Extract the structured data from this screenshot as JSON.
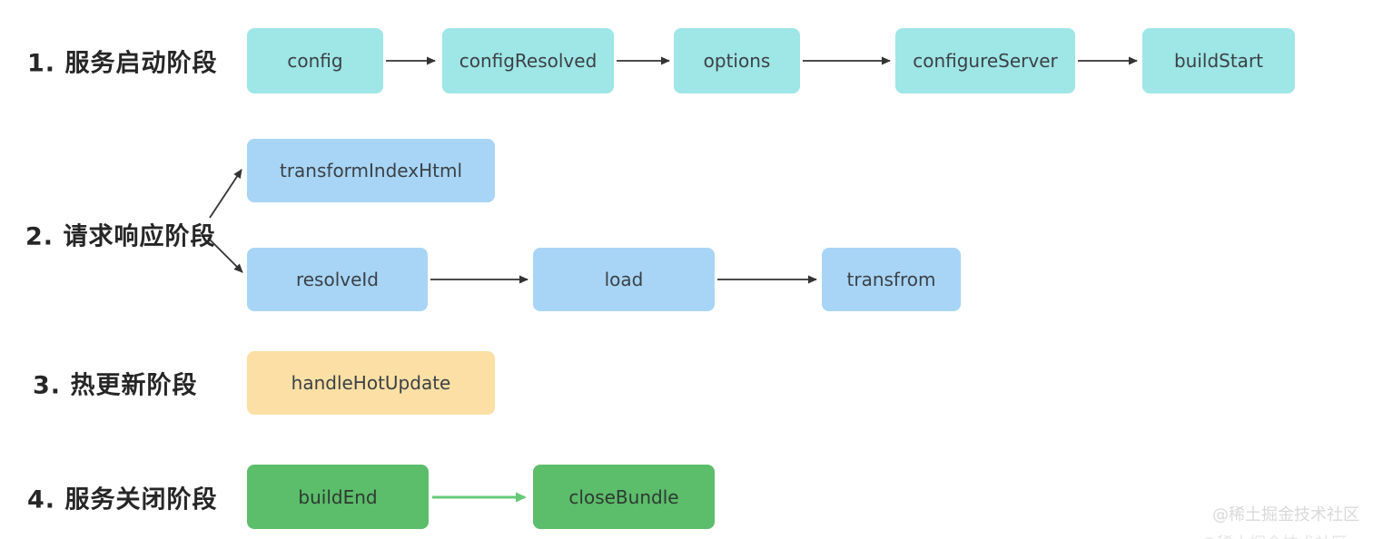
{
  "colors": {
    "startup_box": "#9fe6e6",
    "request_box": "#a8d5f6",
    "hot_box": "#fbdfa4",
    "close_box": "#5cbd6b",
    "arrow": "#333333",
    "close_arrow": "#66c878",
    "label_text": "#262626",
    "node_text": "#3b4146",
    "watermark_text": "#d9d9d9"
  },
  "phases": [
    {
      "label": "1. 服务启动阶段",
      "nodes": [
        "config",
        "configResolved",
        "options",
        "configureServer",
        "buildStart"
      ]
    },
    {
      "label": "2. 请求响应阶段",
      "nodes": [
        "transformIndexHtml",
        "resolveId",
        "load",
        "transfrom"
      ]
    },
    {
      "label": "3. 热更新阶段",
      "nodes": [
        "handleHotUpdate"
      ]
    },
    {
      "label": "4. 服务关闭阶段",
      "nodes": [
        "buildEnd",
        "closeBundle"
      ]
    }
  ],
  "watermark": {
    "text": "@稀土掘金技术社区"
  }
}
